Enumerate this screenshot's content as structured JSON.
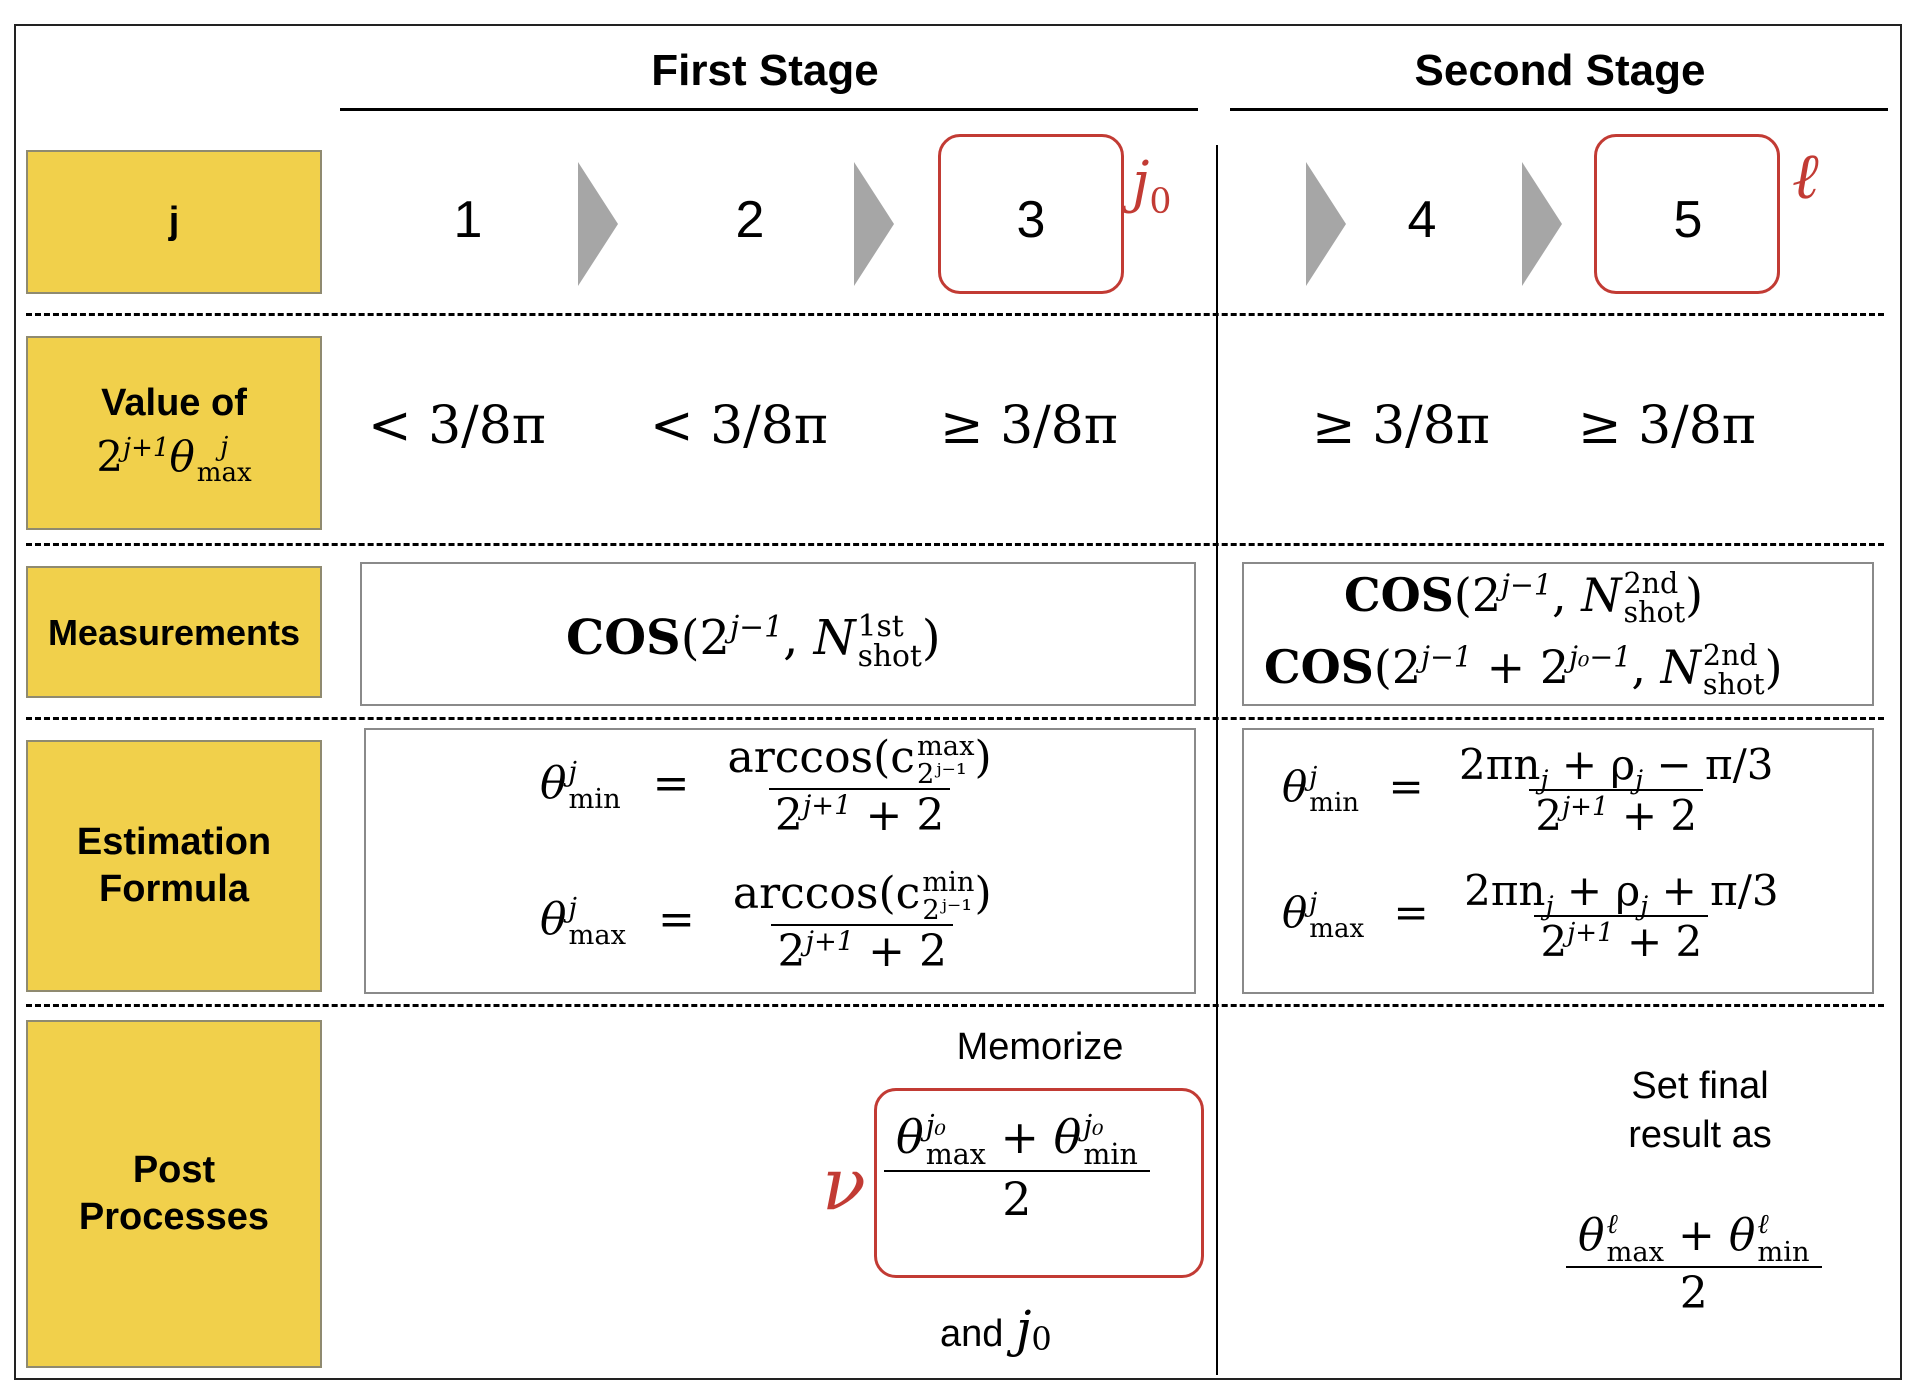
{
  "stages": {
    "first": "First Stage",
    "second": "Second Stage"
  },
  "row_labels": {
    "j": "j",
    "value_line1": "Value of",
    "value_line2_base": "2",
    "value_line2_exp": "j+1",
    "value_line2_theta": "θ",
    "value_line2_sup": "j",
    "value_line2_sub": "max",
    "measurements": "Measurements",
    "estimation_line1": "Estimation",
    "estimation_line2": "Formula",
    "post_line1": "Post",
    "post_line2": "Processes"
  },
  "j_values": [
    "1",
    "2",
    "3",
    "4",
    "5"
  ],
  "markers": {
    "j0_base": "j",
    "j0_sub": "0",
    "ell": "ℓ",
    "nu": "ν"
  },
  "conditions": [
    "< 3/8π",
    "< 3/8π",
    "≥ 3/8π",
    "≥ 3/8π",
    "≥ 3/8π"
  ],
  "measurements": {
    "first": {
      "fn": "COS",
      "arg1": "2",
      "arg1_exp": "j−1",
      "n": "N",
      "n_sup": "1st",
      "n_sub": "shot"
    },
    "second_line1": {
      "fn": "COS",
      "arg1": "2",
      "arg1_exp": "j−1",
      "n": "N",
      "n_sup": "2nd",
      "n_sub": "shot"
    },
    "second_line2": {
      "fn": "COS",
      "arg1": "2",
      "arg1_exp": "j−1",
      "plus": "+",
      "arg2": "2",
      "arg2_exp": "j₀−1",
      "n": "N",
      "n_sup": "2nd",
      "n_sub": "shot"
    }
  },
  "estimation": {
    "first_min": {
      "lhs_sup": "j",
      "lhs_sub": "min",
      "num": "arccos(c",
      "num_sup": "max",
      "num_sub": "2ʲ⁻¹",
      "num_close": ")",
      "den": "2",
      "den_exp": "j+1",
      "den_tail": "+ 2"
    },
    "first_max": {
      "lhs_sup": "j",
      "lhs_sub": "max",
      "num": "arccos(c",
      "num_sup": "min",
      "num_sub": "2ʲ⁻¹",
      "num_close": ")",
      "den": "2",
      "den_exp": "j+1",
      "den_tail": "+ 2"
    },
    "second_min": {
      "lhs_sup": "j",
      "lhs_sub": "min",
      "num": "2πn",
      "num_sub1": "j",
      "num_mid": "+ ρ",
      "num_sub2": "j",
      "num_tail": "− π/3",
      "den": "2",
      "den_exp": "j+1",
      "den_tail": "+ 2"
    },
    "second_max": {
      "lhs_sup": "j",
      "lhs_sub": "max",
      "num": "2πn",
      "num_sub1": "j",
      "num_mid": "+ ρ",
      "num_sub2": "j",
      "num_tail": "+ π/3",
      "den": "2",
      "den_exp": "j+1",
      "den_tail": "+ 2"
    }
  },
  "post": {
    "memorize": "Memorize",
    "memo_num_a_sup": "j₀",
    "memo_num_a_sub": "max",
    "memo_plus": "+",
    "memo_num_b_sup": "j₀",
    "memo_num_b_sub": "min",
    "memo_den": "2",
    "and_text": "and",
    "and_j": "j",
    "and_j_sub": "0",
    "final_line1": "Set final",
    "final_line2": "result as",
    "final_num_a_sup": "ℓ",
    "final_num_a_sub": "max",
    "final_plus": "+",
    "final_num_b_sup": "ℓ",
    "final_num_b_sub": "min",
    "final_den": "2"
  },
  "colors": {
    "label_fill": "#f1d04b",
    "highlight": "#c23b34",
    "arrow": "#a6a6a6"
  }
}
